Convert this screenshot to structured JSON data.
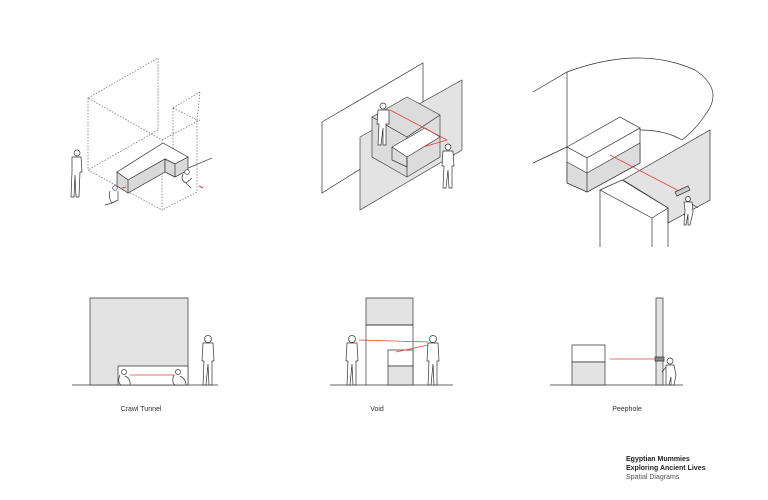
{
  "diagrams": [
    {
      "caption": "Crawl Tunnel"
    },
    {
      "caption": "Void"
    },
    {
      "caption": "Peephole"
    }
  ],
  "credits": {
    "title": "Egyptian Mummies",
    "subtitle": "Exploring Ancient Lives",
    "caption": "Spatial Diagrams"
  },
  "colors": {
    "line": "#333333",
    "fill": "#e3e3e3",
    "sightline": "#e8403a"
  }
}
